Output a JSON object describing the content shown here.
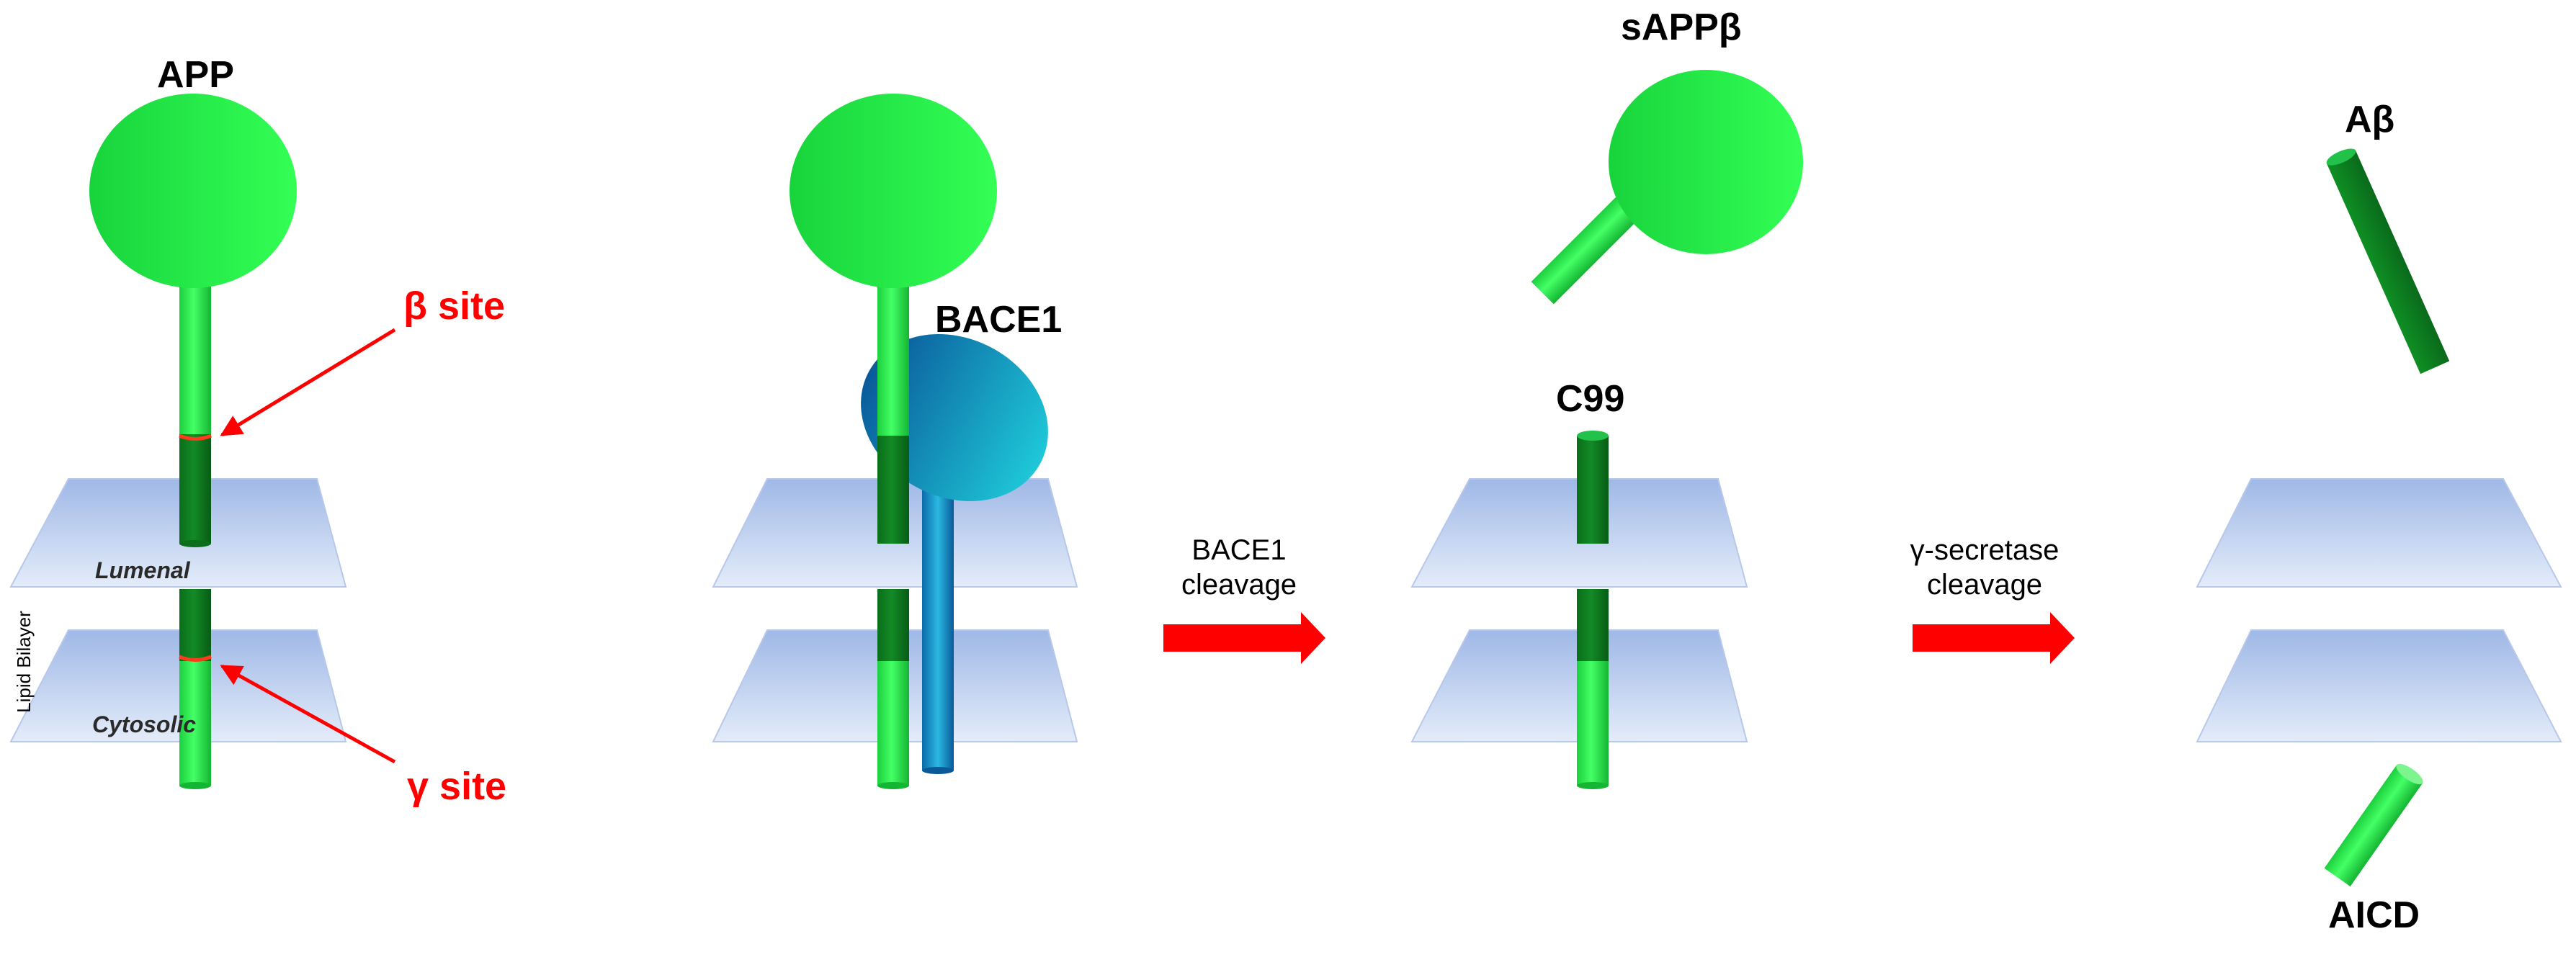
{
  "colors": {
    "protein_light": "#33ff55",
    "protein_mid": "#18d43c",
    "protein_dark": "#0a7a1e",
    "membrane_top": "#9fb8e6",
    "membrane_bottom": "#e4ecfa",
    "bace1_light": "#1ec8d8",
    "bace1_dark": "#0a5a9a",
    "arrow": "#ff0000",
    "site_label": "#ff0000",
    "cleavage_site_ring": "#ff3b1a"
  },
  "panels": {
    "app": {
      "title": "APP",
      "beta_site_label": "β site",
      "gamma_site_label": "γ site",
      "lumenal_label": "Lumenal",
      "cytosolic_label": "Cytosolic",
      "bilayer_label": "Lipid Bilayer"
    },
    "bace1_bound": {
      "enzyme_label": "BACE1"
    },
    "after_bace1": {
      "step_label_line1": "BACE1",
      "step_label_line2": "cleavage",
      "fragment_label": "sAPPβ",
      "c99_label": "C99"
    },
    "after_gamma": {
      "step_label_line1": "γ-secretase",
      "step_label_line2": "cleavage",
      "abeta_label": "Aβ",
      "aicd_label": "AICD"
    }
  }
}
